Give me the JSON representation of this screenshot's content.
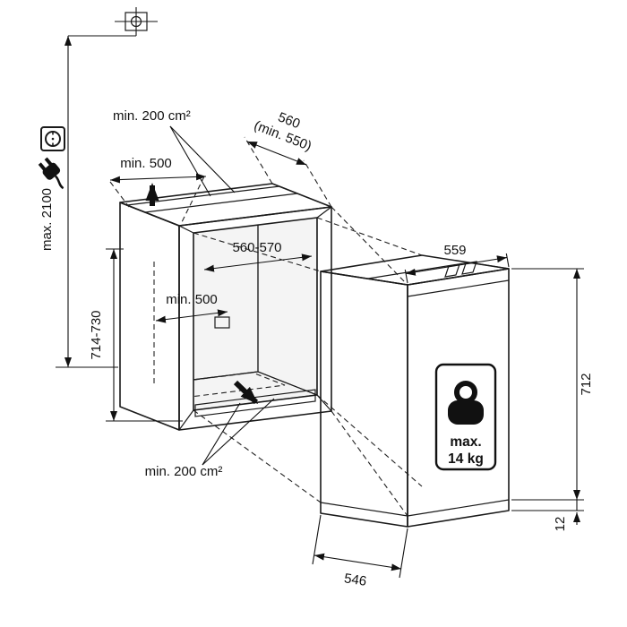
{
  "dimensions": {
    "max_total_height": "max. 2100",
    "niche_height": "714-730",
    "niche_width": "560-570",
    "niche_depth_line1": "560",
    "niche_depth_line2": "(min. 550)",
    "top_clearance": "min. 500",
    "inner_clearance": "min. 500",
    "top_vent_area": "min. 200 cm²",
    "bottom_vent_area": "min. 200 cm²",
    "appliance_width": "559",
    "appliance_height": "712",
    "base_height": "12",
    "appliance_depth": "546"
  },
  "weight": {
    "line1": "max.",
    "line2": "14 kg"
  },
  "icons": {
    "ceiling_fixing": "ceiling-fixing-icon",
    "power_outlet": "power-outlet-icon",
    "power_plug": "power-plug-icon",
    "airflow_up": "airflow-up-arrow-icon",
    "airflow_down": "airflow-down-arrow-icon",
    "weight": "kettlebell-weight-icon"
  },
  "colors": {
    "line": "#1a1a1a",
    "back_wall": "#c4c4c4",
    "floor": "#e0e0e0",
    "side_face": "#f1f1f1"
  }
}
